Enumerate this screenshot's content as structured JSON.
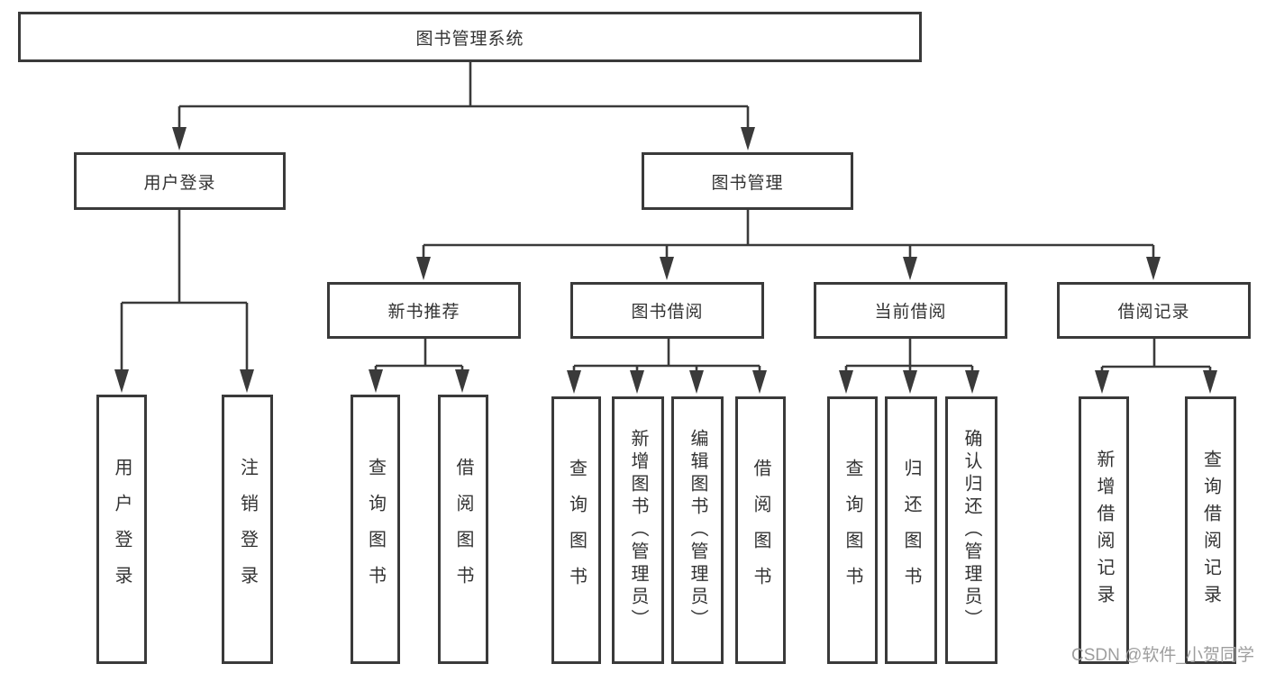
{
  "diagram": {
    "root": {
      "label": "图书管理系统"
    },
    "user_branch": {
      "label": "用户登录",
      "children": [
        {
          "label": "用户登录"
        },
        {
          "label": "注销登录"
        }
      ]
    },
    "book_branch": {
      "label": "图书管理",
      "groups": [
        {
          "label": "新书推荐",
          "children": [
            {
              "label": "查询图书"
            },
            {
              "label": "借阅图书"
            }
          ]
        },
        {
          "label": "图书借阅",
          "children": [
            {
              "label": "查询图书"
            },
            {
              "label": "新增图书（管理员）"
            },
            {
              "label": "编辑图书（管理员）"
            },
            {
              "label": "借阅图书"
            }
          ]
        },
        {
          "label": "当前借阅",
          "children": [
            {
              "label": "查询图书"
            },
            {
              "label": "归还图书"
            },
            {
              "label": "确认归还（管理员）"
            }
          ]
        },
        {
          "label": "借阅记录",
          "children": [
            {
              "label": "新增借阅记录"
            },
            {
              "label": "查询借阅记录"
            }
          ]
        }
      ]
    }
  },
  "watermark": {
    "text": "CSDN @软件_小贺同学"
  },
  "colors": {
    "line": "#3a3a3a",
    "text": "#333333",
    "watermark": "#9e9e9e",
    "background": "#ffffff"
  }
}
